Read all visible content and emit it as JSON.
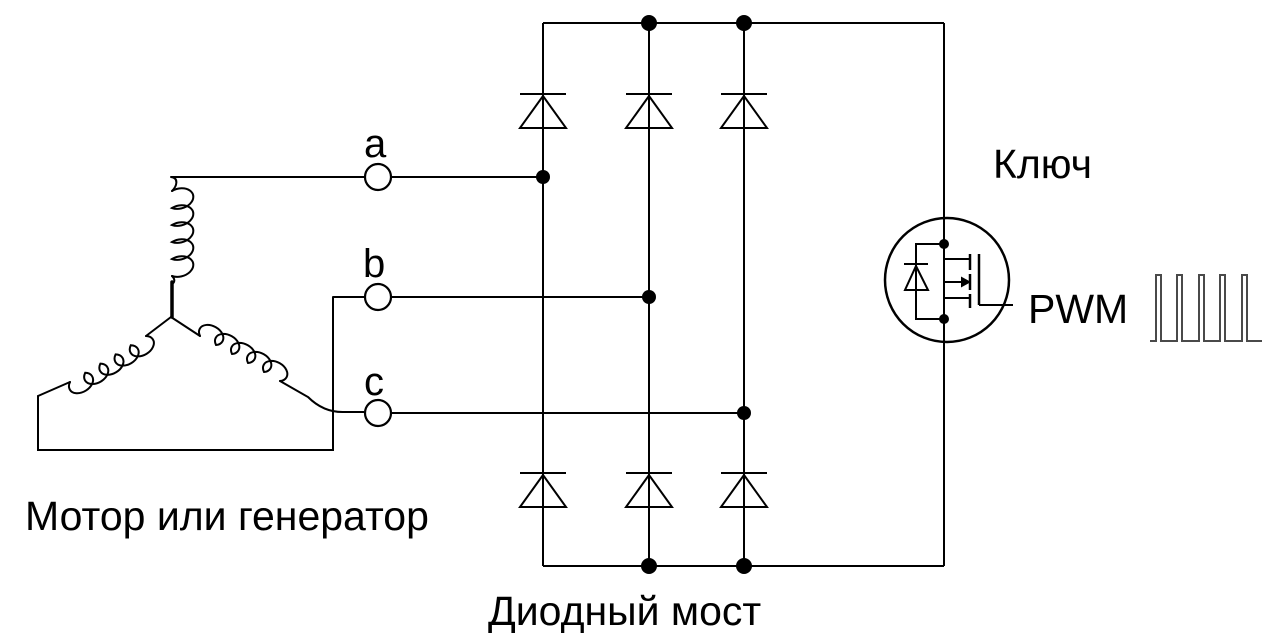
{
  "diagram": {
    "labels": {
      "motor": "Мотор или генератор",
      "bridge": "Диодный мост",
      "switch": "Ключ",
      "pwm": "PWM"
    },
    "terminals": [
      "a",
      "b",
      "c"
    ],
    "components": {
      "motor_winding": {
        "connection": "star",
        "coils": 3
      },
      "diode_bridge": {
        "diodes": 6,
        "legs": 3
      },
      "switch": {
        "symbol": "mosfet-with-body-diode"
      },
      "pwm_signal": {
        "pulses": 5
      }
    },
    "colors": {
      "line": "#000000",
      "background": "#ffffff",
      "waveform": "#4a4a4a"
    }
  }
}
